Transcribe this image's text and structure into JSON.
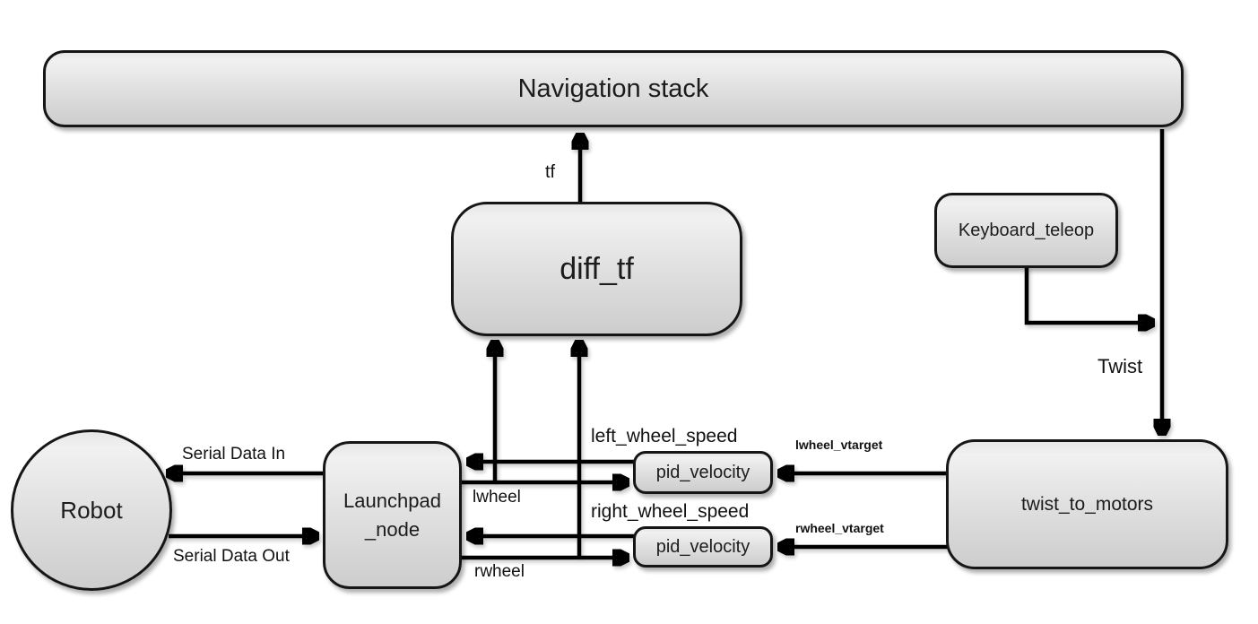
{
  "nodes": {
    "navigation_stack": {
      "label": "Navigation stack"
    },
    "diff_tf": {
      "label": "diff_tf"
    },
    "keyboard_teleop": {
      "label": "Keyboard_teleop"
    },
    "robot": {
      "label": "Robot"
    },
    "launchpad_node": {
      "label": "Launchpad\n_node"
    },
    "pid_velocity_left": {
      "label": "pid_velocity"
    },
    "pid_velocity_right": {
      "label": "pid_velocity"
    },
    "twist_to_motors": {
      "label": "twist_to_motors"
    }
  },
  "edge_labels": {
    "tf": "tf",
    "twist": "Twist",
    "serial_data_in": "Serial Data In",
    "serial_data_out": "Serial Data Out",
    "lwheel": "lwheel",
    "rwheel": "rwheel",
    "left_wheel_speed": "left_wheel_speed",
    "right_wheel_speed": "right_wheel_speed",
    "lwheel_vtarget": "lwheel_vtarget",
    "rwheel_vtarget": "rwheel_vtarget"
  },
  "colors": {
    "background": "#ffffff",
    "node_fill_light": "#f1f1f1",
    "node_fill_dark": "#cdcdcd",
    "node_border": "#161616",
    "connector": "#000000",
    "text": "#1a1a1a"
  }
}
